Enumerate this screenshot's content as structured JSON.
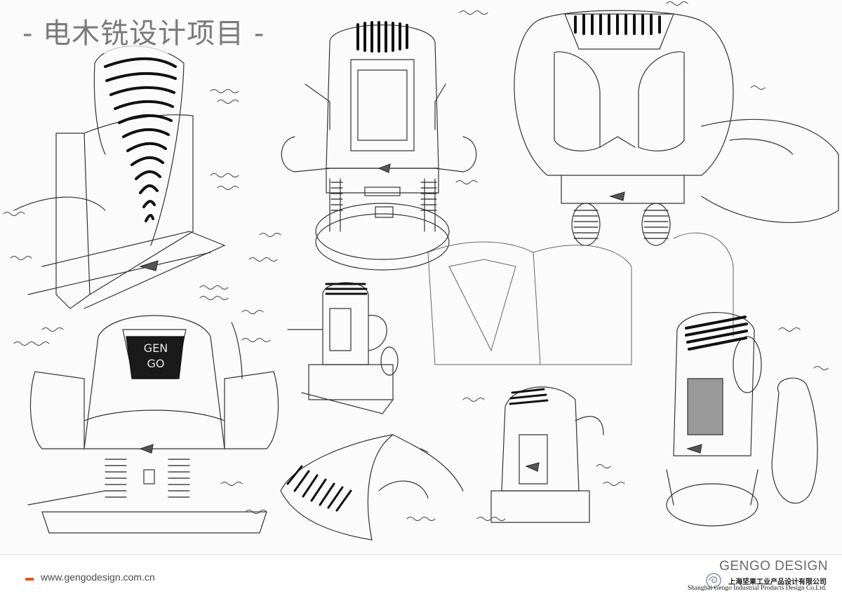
{
  "page": {
    "title": "- 电木铣设计项目 -"
  },
  "sketch": {
    "description_icon": "product-sketch-sheet",
    "brand_mark": [
      "GEN",
      "GO"
    ]
  },
  "footer": {
    "url": "www.gengodesign.com.cn",
    "brand": "GENGO DESIGN",
    "company_cn": "上海坚果工业产品设计有限公司",
    "company_en": "Shanghai Gengo Industrial Products Design Co.Ltd.",
    "accent_color": "#e8541d",
    "logo_icon": "swirl-logo-icon"
  }
}
